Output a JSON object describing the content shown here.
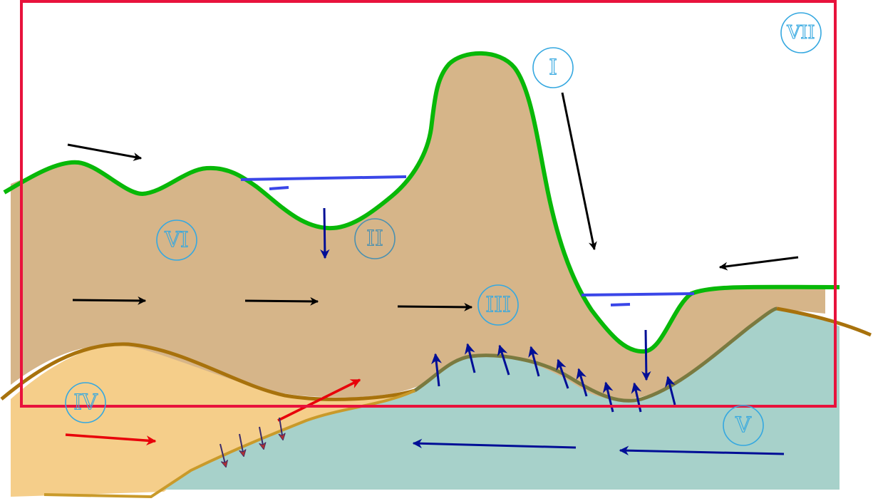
{
  "colors": {
    "frame": "#e8123c",
    "upper_layer": "#d6b589",
    "lower_left_layer": "#f5ce8a",
    "lower_right_layer": "#a7d1ca",
    "ground_surface": "#08b808",
    "layer_boundary": "#a8720c",
    "water_level": "#3a46e8",
    "flow_arrow": "#000000",
    "groundwater_arrow": "#000e96",
    "red_arrow": "#e8000a",
    "label": "#35a8e0"
  },
  "zone_labels": {
    "I": "I",
    "II": "II",
    "III": "III",
    "IV": "IV",
    "V": "V",
    "VI": "VI",
    "VII": "VII"
  }
}
